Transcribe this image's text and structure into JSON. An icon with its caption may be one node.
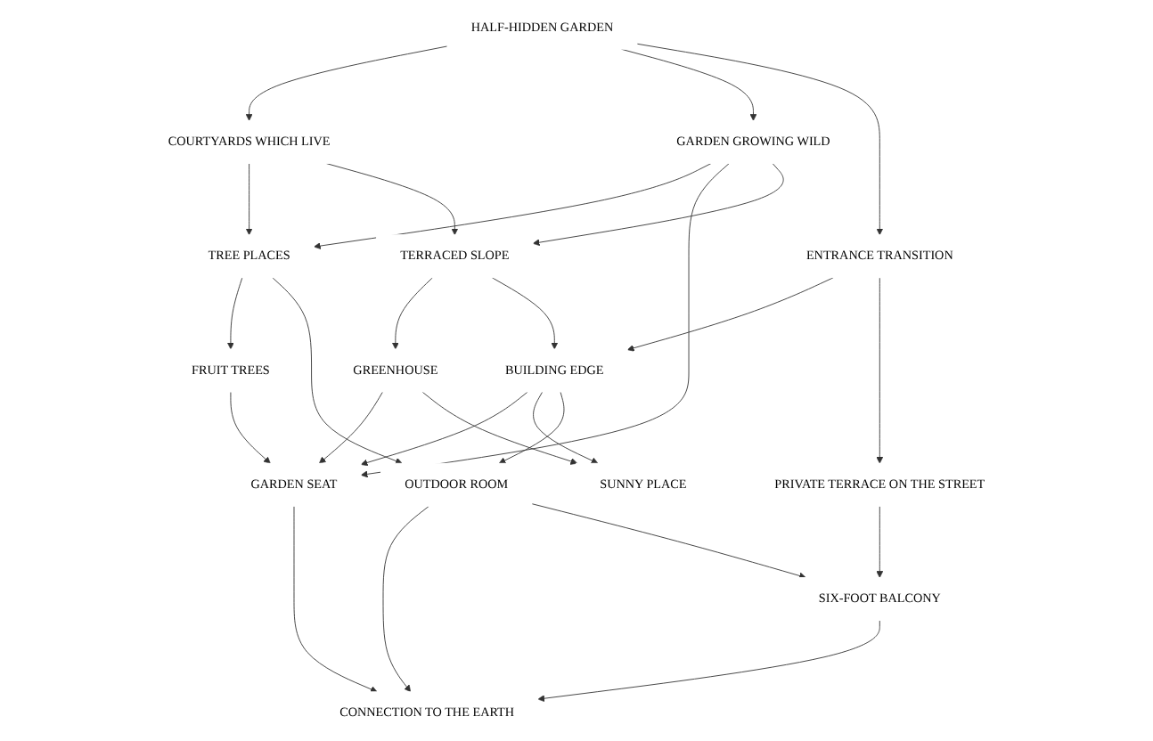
{
  "diagram": {
    "nodes": [
      {
        "text": [
          "HALF-HIDDEN GARDEN"
        ]
      },
      {
        "text": [
          "COURTYARDS WHICH LIVE"
        ]
      },
      {
        "text": [
          "GARDEN GROWING WILD"
        ]
      },
      {
        "text": [
          "ENTRANCE TRANSITION"
        ]
      },
      {
        "text": [
          "TREE PLACES"
        ]
      },
      {
        "text": [
          "TERRACED SLOPE"
        ]
      },
      {
        "text": [
          "BUILDING EDGE"
        ]
      },
      {
        "text": [
          "PRIVATE TERRACE ON THE STREET"
        ]
      },
      {
        "text": [
          "FRUIT TREES"
        ]
      },
      {
        "text": [
          "GREENHOUSE"
        ]
      },
      {
        "text": [
          "OUTDOOR ROOM"
        ]
      },
      {
        "text": [
          "GARDEN SEAT"
        ]
      },
      {
        "text": [
          "SUNNY PLACE"
        ]
      },
      {
        "text": [
          "SIX-FOOT BALCONY"
        ]
      },
      {
        "text": [
          "CONNECTION TO THE EARTH"
        ]
      }
    ],
    "edges": [
      {
        "from": 0,
        "to": 1,
        "arrow": "to"
      },
      {
        "from": 0,
        "to": 2,
        "arrow": "to"
      },
      {
        "from": 0,
        "to": 3,
        "arrow": "to"
      },
      {
        "from": 1,
        "to": 4,
        "arrow": "to"
      },
      {
        "from": 1,
        "to": 5,
        "arrow": "to"
      },
      {
        "from": 2,
        "to": 4,
        "arrow": "to"
      },
      {
        "from": 2,
        "to": 11,
        "arrow": "to"
      },
      {
        "from": 2,
        "to": 5,
        "arrow": "to"
      },
      {
        "from": 3,
        "to": 6,
        "arrow": "to"
      },
      {
        "from": 3,
        "to": 7,
        "arrow": "to"
      },
      {
        "from": 4,
        "to": 8,
        "arrow": "to"
      },
      {
        "from": 4,
        "to": 10,
        "arrow": "to"
      },
      {
        "from": 5,
        "to": 9,
        "arrow": "to"
      },
      {
        "from": 5,
        "to": 6,
        "arrow": "to"
      },
      {
        "from": 6,
        "to": 11,
        "arrow": "to"
      },
      {
        "from": 6,
        "to": 12,
        "arrow": "to"
      },
      {
        "from": 6,
        "to": 10,
        "arrow": "to"
      },
      {
        "from": 7,
        "to": 13,
        "arrow": "to"
      },
      {
        "from": 8,
        "to": 11,
        "arrow": "to"
      },
      {
        "from": 9,
        "to": 11,
        "arrow": "to"
      },
      {
        "from": 9,
        "to": 12,
        "arrow": "to"
      },
      {
        "from": 10,
        "to": 14,
        "arrow": "to"
      },
      {
        "from": 10,
        "to": 13,
        "arrow": "to"
      },
      {
        "from": 11,
        "to": 14,
        "arrow": "to"
      },
      {
        "from": 13,
        "to": 14,
        "arrow": "to"
      }
    ]
  }
}
